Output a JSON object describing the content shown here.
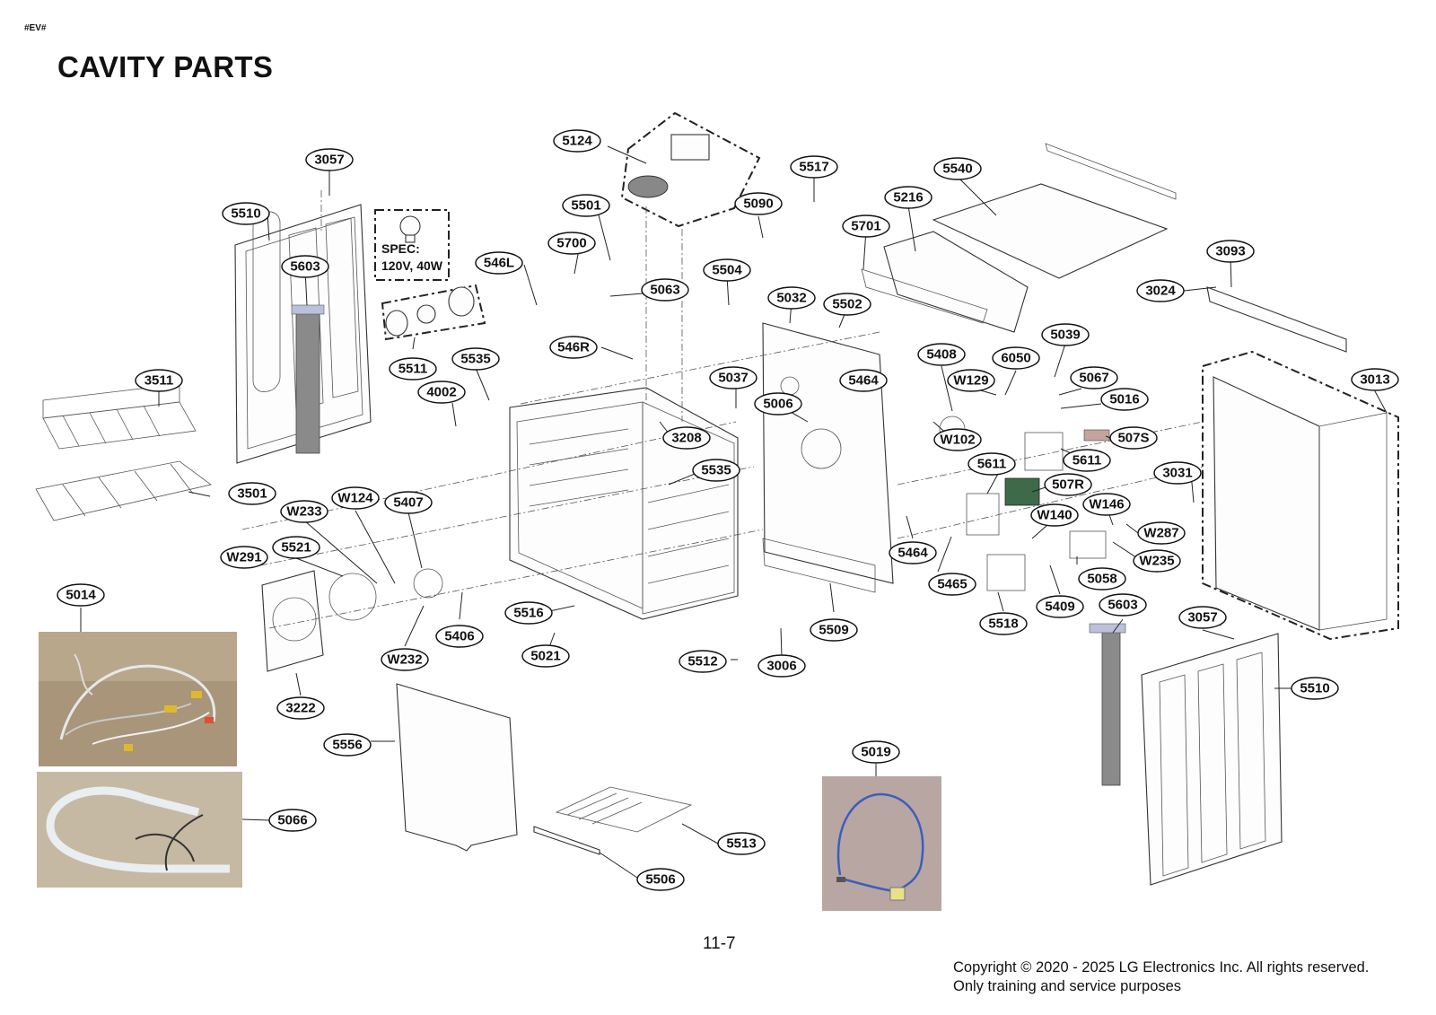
{
  "doc_tag": "#EV#",
  "title": "CAVITY PARTS",
  "page_number": "11-7",
  "copyright": {
    "line1": "Copyright © 2020 - 2025 LG Electronics Inc. All rights reserved.",
    "line2": "Only training and service purposes"
  },
  "spec_box": {
    "line1": "SPEC:",
    "line2": "120V, 40W"
  },
  "callouts": [
    "5124",
    "3057",
    "5517",
    "5540",
    "5510",
    "5090",
    "5216",
    "5501",
    "5603",
    "5701",
    "5700",
    "546L",
    "5504",
    "3093",
    "3024",
    "5063",
    "5032",
    "5502",
    "546R",
    "5535",
    "5039",
    "5511",
    "5408",
    "6050",
    "3511",
    "4002",
    "5037",
    "5067",
    "W129",
    "5464",
    "3013",
    "5006",
    "5016",
    "3208",
    "W102",
    "507S",
    "5611",
    "5611",
    "5535",
    "3501",
    "3031",
    "507R",
    "W124",
    "W233",
    "5407",
    "W146",
    "W140",
    "5521",
    "W291",
    "W287",
    "5464",
    "W235",
    "5014",
    "5465",
    "5058",
    "5409",
    "5603",
    "5516",
    "5518",
    "3057",
    "5406",
    "5509",
    "5021",
    "5512",
    "3006",
    "W232",
    "5510",
    "3222",
    "5556",
    "5019",
    "5066",
    "5513",
    "5506"
  ],
  "photos": [
    {
      "label": "5014",
      "icon": "wire-harness-photo"
    },
    {
      "label": "5066",
      "icon": "hose-photo"
    },
    {
      "label": "5019",
      "icon": "blue-cable-photo"
    }
  ]
}
